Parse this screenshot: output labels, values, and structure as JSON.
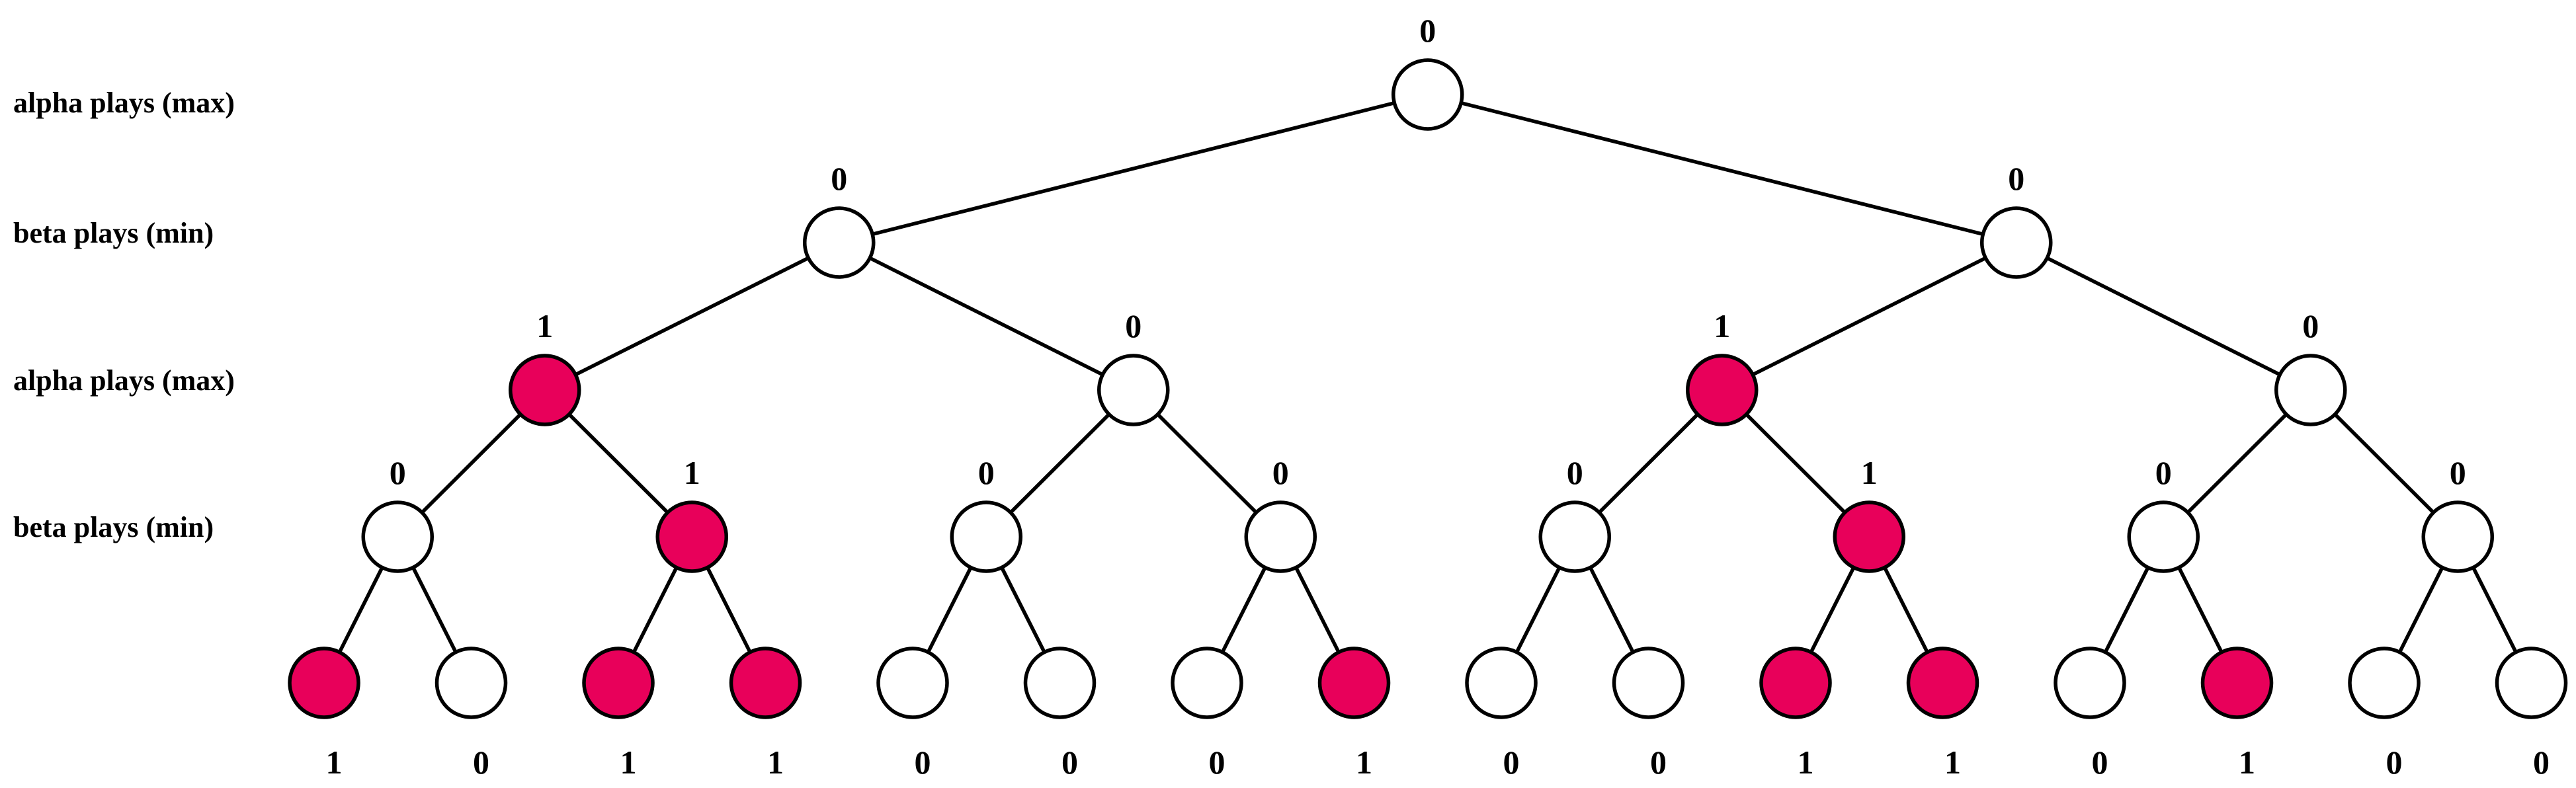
{
  "level_labels": [
    "alpha plays (max)",
    "beta plays (min)",
    "alpha plays (max)",
    "beta plays (min)"
  ],
  "colors": {
    "highlight": "#e8005a",
    "plain": "#ffffff",
    "stroke": "#000000"
  },
  "tree": {
    "root": {
      "value": "0",
      "highlighted": false
    },
    "level1": [
      {
        "value": "0",
        "highlighted": false
      },
      {
        "value": "0",
        "highlighted": false
      }
    ],
    "level2": [
      {
        "value": "1",
        "highlighted": true
      },
      {
        "value": "0",
        "highlighted": false
      },
      {
        "value": "1",
        "highlighted": true
      },
      {
        "value": "0",
        "highlighted": false
      }
    ],
    "level3": [
      {
        "value": "0",
        "highlighted": false
      },
      {
        "value": "1",
        "highlighted": true
      },
      {
        "value": "0",
        "highlighted": false
      },
      {
        "value": "0",
        "highlighted": false
      },
      {
        "value": "0",
        "highlighted": false
      },
      {
        "value": "1",
        "highlighted": true
      },
      {
        "value": "0",
        "highlighted": false
      },
      {
        "value": "0",
        "highlighted": false
      }
    ],
    "leaves": [
      {
        "value": "1",
        "highlighted": true
      },
      {
        "value": "0",
        "highlighted": false
      },
      {
        "value": "1",
        "highlighted": true
      },
      {
        "value": "1",
        "highlighted": true
      },
      {
        "value": "0",
        "highlighted": false
      },
      {
        "value": "0",
        "highlighted": false
      },
      {
        "value": "0",
        "highlighted": false
      },
      {
        "value": "1",
        "highlighted": true
      },
      {
        "value": "0",
        "highlighted": false
      },
      {
        "value": "0",
        "highlighted": false
      },
      {
        "value": "1",
        "highlighted": true
      },
      {
        "value": "1",
        "highlighted": true
      },
      {
        "value": "0",
        "highlighted": false
      },
      {
        "value": "1",
        "highlighted": true
      },
      {
        "value": "0",
        "highlighted": false
      },
      {
        "value": "0",
        "highlighted": false
      }
    ]
  }
}
